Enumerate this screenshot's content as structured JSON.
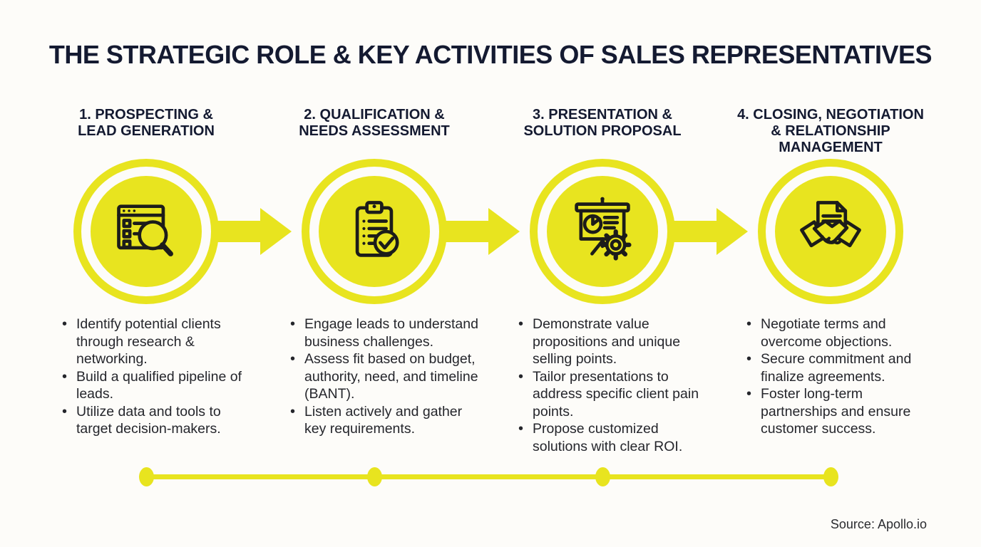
{
  "title": "THE STRATEGIC ROLE & KEY ACTIVITIES OF SALES REPRESENTATIVES",
  "source": "Source: Apollo.io",
  "colors": {
    "accent_yellow": "#e8e41f",
    "title_navy": "#141a31",
    "body_text": "#25262c",
    "background": "#fdfcf9",
    "icon_stroke": "#1c1c1a"
  },
  "stages": [
    {
      "heading": "1. PROSPECTING &\nLEAD GENERATION",
      "icon": "prospecting-search-icon",
      "bullets": [
        "Identify potential clients through research & networking.",
        "Build a qualified pipeline of leads.",
        "Utilize data and tools to target decision-makers."
      ]
    },
    {
      "heading": "2. QUALIFICATION &\nNEEDS ASSESSMENT",
      "icon": "qualification-checklist-icon",
      "bullets": [
        "Engage leads to understand business challenges.",
        "Assess fit based on budget, authority, need, and timeline (BANT).",
        "Listen actively and gather key requirements."
      ]
    },
    {
      "heading": "3. PRESENTATION &\nSOLUTION PROPOSAL",
      "icon": "presentation-chart-icon",
      "bullets": [
        "Demonstrate value propositions and unique selling points.",
        "Tailor presentations to address specific client pain points.",
        "Propose customized solutions with clear ROI."
      ]
    },
    {
      "heading": "4. CLOSING, NEGOTIATION\n& RELATIONSHIP\nMANAGEMENT",
      "icon": "closing-handshake-icon",
      "bullets": [
        "Negotiate terms and overcome objections.",
        "Secure commitment and finalize agreements.",
        "Foster long-term partnerships and ensure customer success."
      ]
    }
  ],
  "timeline": {
    "dot_count": 4
  }
}
